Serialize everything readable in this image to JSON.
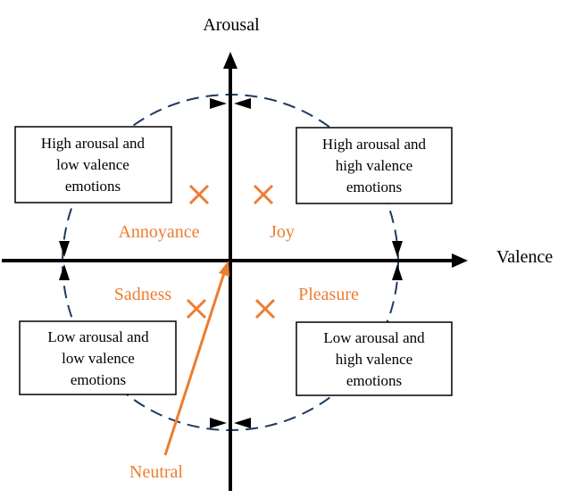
{
  "axes": {
    "x_label": "Valence",
    "y_label": "Arousal"
  },
  "quadrants": {
    "top_left": [
      "High arousal and",
      "low valence",
      "emotions"
    ],
    "top_right": [
      "High arousal and",
      "high valence",
      "emotions"
    ],
    "bottom_left": [
      "Low arousal and",
      "low valence",
      "emotions"
    ],
    "bottom_right": [
      "Low arousal and",
      "high valence",
      "emotions"
    ]
  },
  "emotions": {
    "annoyance": "Annoyance",
    "joy": "Joy",
    "sadness": "Sadness",
    "pleasure": "Pleasure",
    "neutral": "Neutral"
  },
  "colors": {
    "axis": "#000000",
    "circle": "#1f3a5f",
    "accent": "#ed7d31",
    "box_border": "#000000"
  }
}
